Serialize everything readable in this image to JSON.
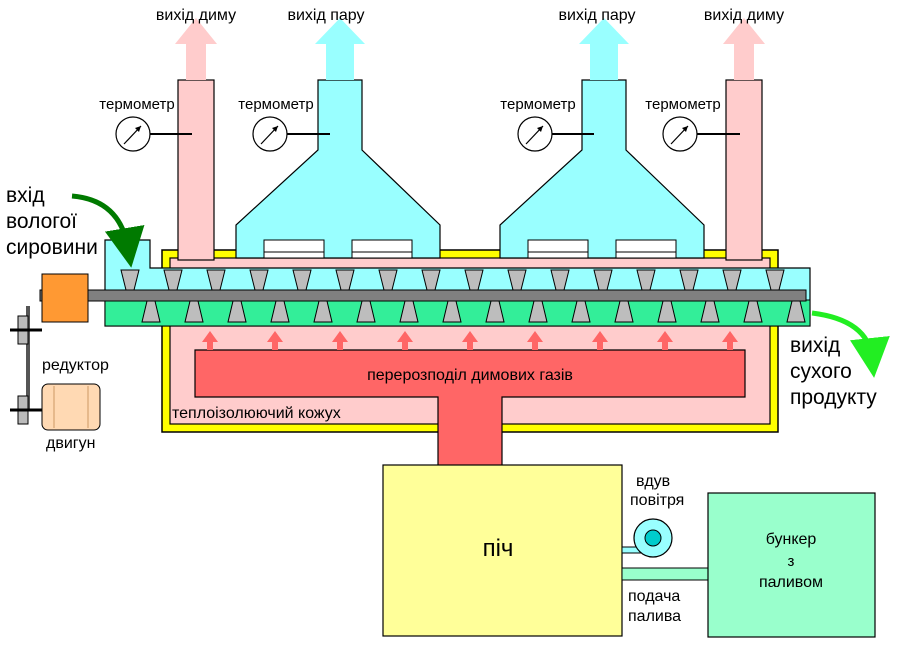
{
  "labels": {
    "smoke_out": "вихід диму",
    "steam_out": "вихід пару",
    "thermometer": "термометр",
    "raw_in": [
      "вхід",
      "вологої",
      "сировини"
    ],
    "product_out": [
      "вихід",
      "сухого",
      "продукту"
    ],
    "reducer": "редуктор",
    "motor": "двигун",
    "gas_distribution": "перерозподіл димових газів",
    "insulation": "теплоізолюючий кожух",
    "furnace": "піч",
    "air_blow": [
      "вдув",
      "повітря"
    ],
    "fuel_feed": [
      "подача",
      "палива"
    ],
    "bunker": [
      "бункер",
      "з",
      "паливом"
    ]
  },
  "colors": {
    "smoke": "#ffcccc",
    "steam": "#99ffff",
    "hot_gas": "#ff6666",
    "furnace": "#ffff99",
    "bunker": "#99ffcc",
    "conveyor": "#33ee99",
    "reducer": "#ff9933",
    "motor": "#ffd9b3",
    "shell": "#ffff00"
  }
}
